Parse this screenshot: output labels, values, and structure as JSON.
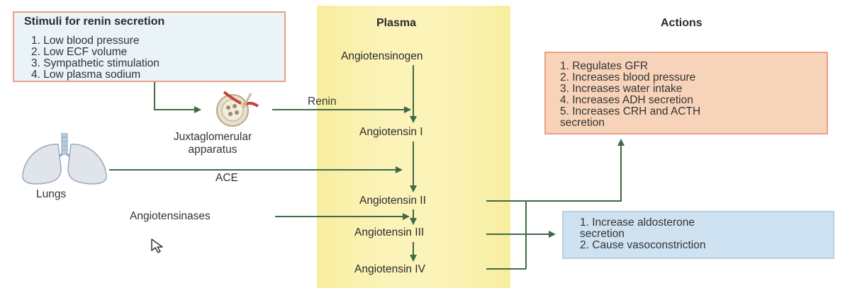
{
  "headings": {
    "plasma": "Plasma",
    "actions": "Actions"
  },
  "stimuli": {
    "title": "Stimuli for renin secretion",
    "items": [
      "1. Low blood pressure",
      "2. Low ECF volume",
      "3. Sympathetic stimulation",
      "4. Low plasma sodium"
    ]
  },
  "pathway": {
    "angiotensinogen": "Angiotensinogen",
    "angiotensin_i": "Angiotensin I",
    "angiotensin_ii": "Angiotensin II",
    "angiotensin_iii": "Angiotensin III",
    "angiotensin_iv": "Angiotensin IV"
  },
  "sources": {
    "jga_line1": "Juxtaglomerular",
    "jga_line2": "apparatus",
    "lungs": "Lungs"
  },
  "enzymes": {
    "renin": "Renin",
    "ace": "ACE",
    "angiotensinases": "Angiotensinases"
  },
  "actions": {
    "items": [
      "1.  Regulates GFR",
      "2.  Increases blood pressure",
      "3.  Increases water intake",
      "4.  Increases ADH secretion",
      "5.  Increases CRH and ACTH",
      "     secretion"
    ]
  },
  "effects": {
    "items": [
      "1.  Increase aldosterone",
      "     secretion",
      "2.  Cause vasoconstriction"
    ]
  },
  "colors": {
    "arrow": "#3f6a45",
    "plasma_band": "#fbf3b8",
    "stimuli_bg": "#e9f3f8",
    "actions_bg": "#f7d4b9",
    "effects_bg": "#cfe2f1",
    "box_border": "#e9a184"
  },
  "icons": {
    "jga": "juxtaglomerular-apparatus-illustration",
    "lungs": "lungs-illustration",
    "cursor": "mouse-cursor-icon"
  }
}
